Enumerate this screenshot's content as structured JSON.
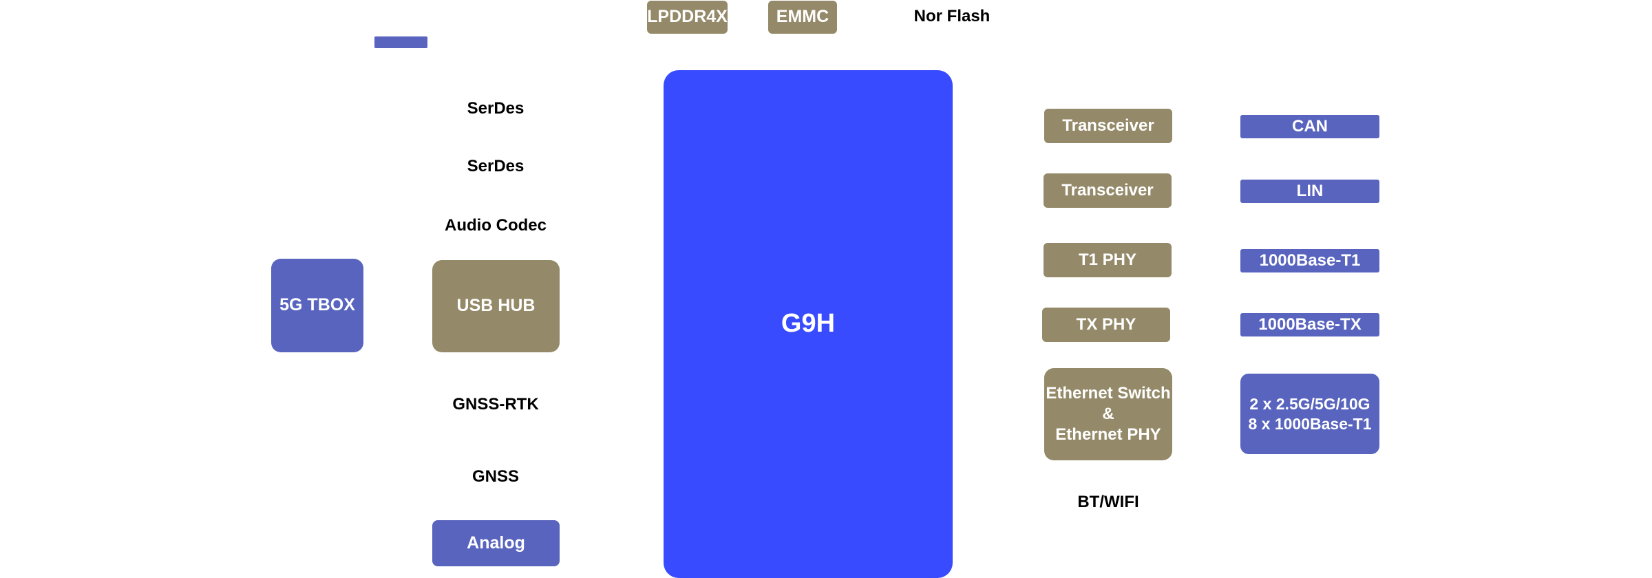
{
  "colors": {
    "soc": "#384bff",
    "component": "#948968",
    "interface": "#5864be",
    "text_on_block": "#ffffff",
    "label_text": "#000000"
  },
  "soc": {
    "label": "G9H"
  },
  "top_blocks": [
    {
      "label": "LPDDR4X"
    },
    {
      "label": "EMMC"
    }
  ],
  "top_labels": [
    {
      "label": "Nor Flash"
    }
  ],
  "left_blocks": [
    {
      "label": "5G TBOX"
    },
    {
      "label": "USB HUB"
    },
    {
      "label": "Analog"
    }
  ],
  "left_labels": [
    {
      "label": "SerDes"
    },
    {
      "label": "SerDes"
    },
    {
      "label": "Audio Codec"
    },
    {
      "label": "GNSS-RTK"
    },
    {
      "label": "GNSS"
    }
  ],
  "right_components": [
    {
      "label": "Transceiver"
    },
    {
      "label": "Transceiver"
    },
    {
      "label": "T1 PHY"
    },
    {
      "label": "TX PHY"
    },
    {
      "label": "Ethernet Switch\n&\nEthernet PHY"
    }
  ],
  "right_interfaces": [
    {
      "label": "CAN"
    },
    {
      "label": "LIN"
    },
    {
      "label": "1000Base-T1"
    },
    {
      "label": "1000Base-TX"
    },
    {
      "label": "2 x 2.5G/5G/10G\n8 x 1000Base-T1"
    }
  ],
  "right_labels": [
    {
      "label": "BT/WIFI"
    }
  ]
}
